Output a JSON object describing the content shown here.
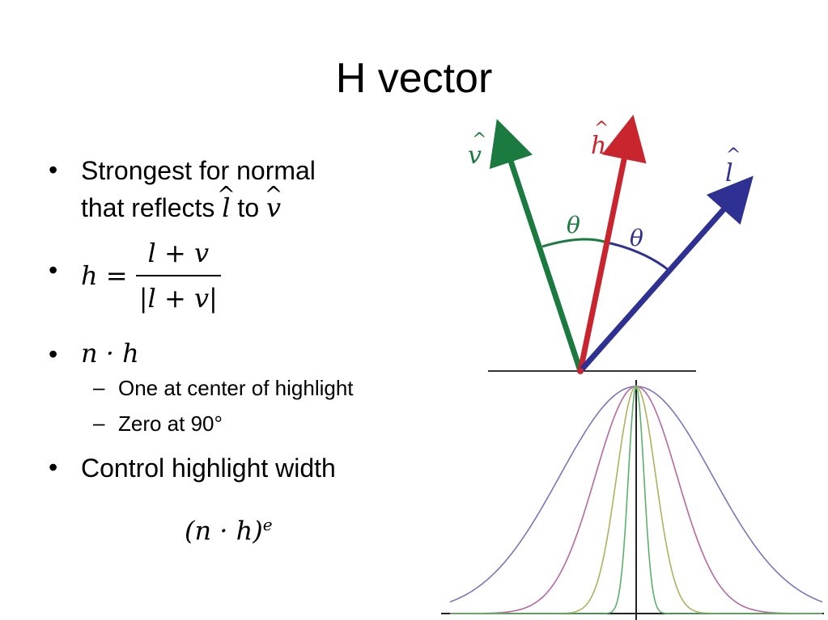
{
  "slide": {
    "title": "H vector",
    "bullets": [
      {
        "line1": "Strongest for normal",
        "line2_pre": "that reflects",
        "line2_mid": "to"
      },
      {
        "lhs": "h =",
        "num": "l + v",
        "den": "|l + v|"
      },
      {
        "expr": "n · h"
      },
      {
        "expr": "(n · h)"
      }
    ],
    "subbullets": [
      "One at center of highlight",
      "Zero at 90°"
    ],
    "bullet4_text": "Control highlight width",
    "exponent": "e",
    "symbols": {
      "l": "l",
      "v": "v",
      "h": "h",
      "n": "n",
      "dash": "–",
      "dot": "•"
    }
  },
  "diagram": {
    "labels": {
      "v": "v",
      "h": "h",
      "l": "l",
      "theta": "θ"
    },
    "colors": {
      "v": "#1a7a3f",
      "h": "#c9252e",
      "l": "#2e3192"
    }
  },
  "curves": {
    "colors": [
      "#7a77b8",
      "#b36aa0",
      "#b0b060",
      "#5cb16c"
    ]
  }
}
